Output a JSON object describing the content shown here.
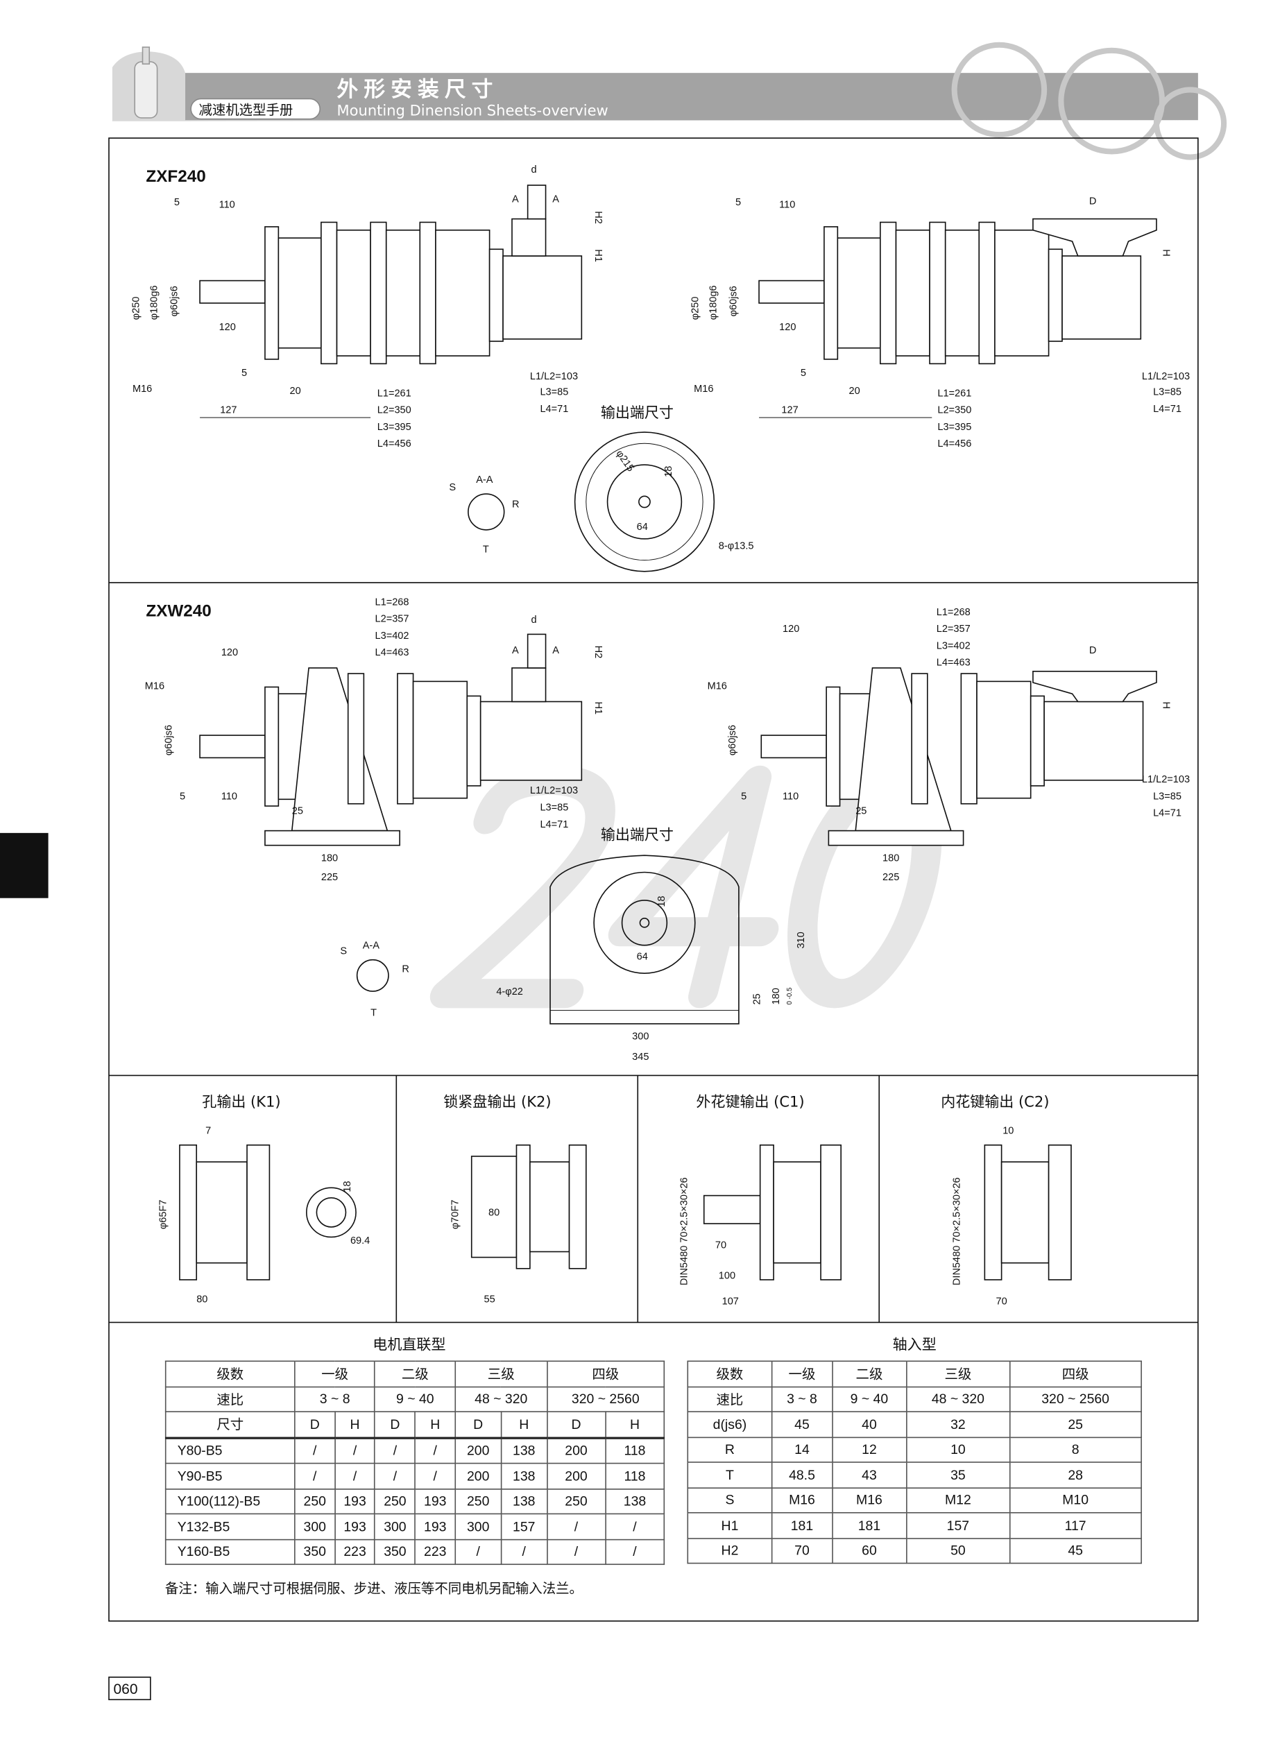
{
  "header": {
    "title": "外形安装尺寸",
    "subtitle": "Mounting Dinension Sheets-overview",
    "manual_name": "减速机选型手册",
    "banner_color": "#a3a3a3"
  },
  "watermark": "240",
  "page_number": "060",
  "zxf": {
    "model": "ZXF240",
    "labels": {
      "d": "d",
      "A": "A",
      "H2": "H2",
      "H1": "H1",
      "D": "D",
      "H": "H",
      "d5": "5",
      "d110": "110",
      "d250": "φ250",
      "d180": "φ180g6",
      "d60": "φ60js6",
      "d120": "120",
      "d5b": "5",
      "m16": "M16",
      "d20": "20",
      "d127": "127",
      "L1": "L1=261",
      "L2": "L2=350",
      "L3": "L3=395",
      "L4": "L4=456",
      "r1": "L1/L2=103",
      "r3": "L3=85",
      "r4": "L4=71"
    },
    "output_title": "输出端尺寸",
    "output_labels": {
      "dia": "φ215",
      "key": "18",
      "w": "64",
      "holes": "8-φ13.5"
    },
    "section": {
      "S": "S",
      "AA": "A-A",
      "R": "R",
      "T": "T"
    }
  },
  "zxw": {
    "model": "ZXW240",
    "labels": {
      "L1": "L1=268",
      "L2": "L2=357",
      "L3": "L3=402",
      "L4": "L4=463",
      "d120": "120",
      "m16": "M16",
      "d60": "φ60js6",
      "d5": "5",
      "d110": "110",
      "d25": "25",
      "d180": "180",
      "d225": "225",
      "r1": "L1/L2=103",
      "r3": "L3=85",
      "r4": "L4=71",
      "H1": "H1",
      "H2": "H2",
      "d": "d",
      "A": "A",
      "D": "D",
      "H": "H"
    },
    "output_title": "输出端尺寸",
    "output_labels": {
      "key": "18",
      "w": "64",
      "h310": "310",
      "h180": "180",
      "tol": "0 -0.5",
      "h25": "25",
      "holes": "4-φ22",
      "w300": "300",
      "w345": "345"
    },
    "section": {
      "S": "S",
      "AA": "A-A",
      "R": "R",
      "T": "T"
    }
  },
  "variants": [
    {
      "title": "孔输出 (K1)",
      "labels": [
        "7",
        "φ65F7",
        "18",
        "69.4",
        "80"
      ]
    },
    {
      "title": "锁紧盘输出 (K2)",
      "labels": [
        "φ70F7",
        "80",
        "55"
      ]
    },
    {
      "title": "外花键输出 (C1)",
      "labels": [
        "DIN5480 70×2.5×30×26",
        "70",
        "100",
        "107"
      ]
    },
    {
      "title": "内花键输出 (C2)",
      "labels": [
        "10",
        "DIN5480 70×2.5×30×26",
        "70"
      ]
    }
  ],
  "motor_table": {
    "title": "电机直联型",
    "stage_label": "级数",
    "stages": [
      "一级",
      "二级",
      "三级",
      "四级"
    ],
    "ratio_label": "速比",
    "ratios": [
      "3 ~ 8",
      "9 ~ 40",
      "48 ~ 320",
      "320 ~ 2560"
    ],
    "size_label": "尺寸",
    "dh": [
      "D",
      "H"
    ],
    "rows": [
      [
        "Y80-B5",
        "/",
        "/",
        "/",
        "/",
        "200",
        "138",
        "200",
        "118"
      ],
      [
        "Y90-B5",
        "/",
        "/",
        "/",
        "/",
        "200",
        "138",
        "200",
        "118"
      ],
      [
        "Y100(112)-B5",
        "250",
        "193",
        "250",
        "193",
        "250",
        "138",
        "250",
        "138"
      ],
      [
        "Y132-B5",
        "300",
        "193",
        "300",
        "193",
        "300",
        "157",
        "/",
        "/"
      ],
      [
        "Y160-B5",
        "350",
        "223",
        "350",
        "223",
        "/",
        "/",
        "/",
        "/"
      ]
    ]
  },
  "shaft_table": {
    "title": "轴入型",
    "stage_label": "级数",
    "stages": [
      "一级",
      "二级",
      "三级",
      "四级"
    ],
    "ratio_label": "速比",
    "ratios": [
      "3 ~ 8",
      "9 ~ 40",
      "48 ~ 320",
      "320 ~ 2560"
    ],
    "rows": [
      [
        "d(js6)",
        "45",
        "40",
        "32",
        "25"
      ],
      [
        "R",
        "14",
        "12",
        "10",
        "8"
      ],
      [
        "T",
        "48.5",
        "43",
        "35",
        "28"
      ],
      [
        "S",
        "M16",
        "M16",
        "M12",
        "M10"
      ],
      [
        "H1",
        "181",
        "181",
        "157",
        "117"
      ],
      [
        "H2",
        "70",
        "60",
        "50",
        "45"
      ]
    ]
  },
  "note": "备注：输入端尺寸可根据伺服、步进、液压等不同电机另配输入法兰。"
}
